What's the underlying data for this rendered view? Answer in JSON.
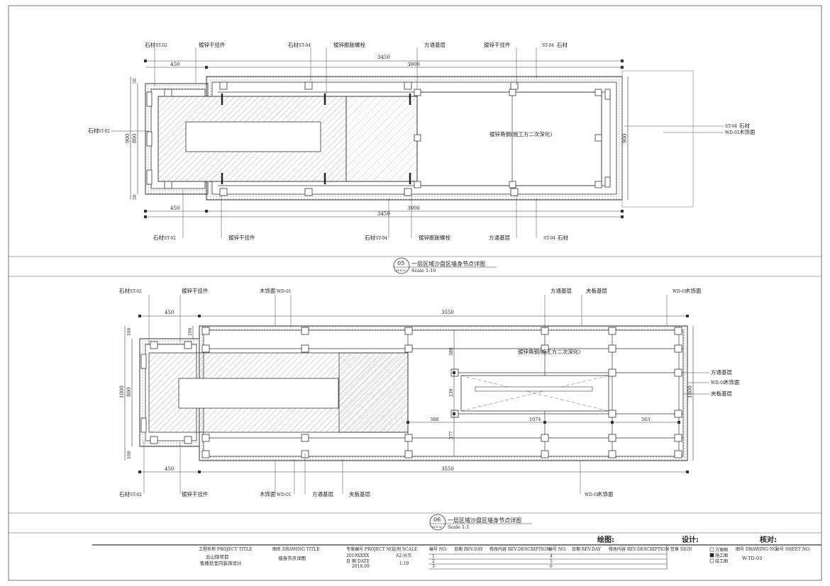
{
  "drawing_05": {
    "number": "05",
    "sheet_ref": "SF-II-05",
    "title": "一层区域沙盘区墙身节点详图",
    "scale": "Scale 1:10",
    "dims": {
      "top_overall": "3450",
      "top_inner": "3000",
      "top_left": "450",
      "bottom_overall": "3450",
      "bottom_inner": "3000",
      "bottom_left": "450",
      "left_total": "900",
      "left_mid": "800",
      "left_top": "50",
      "left_bottom": "50",
      "right_total": "900"
    },
    "labels": {
      "stone_st02_top": "石材",
      "stone_st02_top_tag": "ST-02",
      "hanger_top_left": "镀锌干挂件",
      "stone_st04_top": "石材",
      "stone_st04_top_tag": "ST-04",
      "expansion_bolt_top": "镀锌膨胀螺栓",
      "square_tube_top": "方通基层",
      "hanger_top_right": "镀锌干挂件",
      "stone_right_top_tag": "ST-04",
      "stone_right_top": "石材",
      "stone_left_tag": "ST-02",
      "stone_left": "石材",
      "angle_steel": "镀锌角钢(施工方二次深化)",
      "right_stone_tag": "ST-04",
      "right_stone": "石材",
      "right_wood_tag": "WD-01",
      "right_wood": "木饰面",
      "stone_bottom_left": "石材",
      "stone_bottom_left_tag": "ST-02",
      "hanger_bottom": "镀锌干挂件",
      "stone_bottom_mid": "石材",
      "stone_bottom_mid_tag": "ST-04",
      "expansion_bolt_bottom": "镀锌膨胀螺栓",
      "square_tube_bottom": "方通基层",
      "stone_bottom_right_tag": "ST-04",
      "stone_bottom_right": "石材"
    }
  },
  "drawing_06": {
    "number": "06",
    "sheet_ref": "SF-II-06",
    "title": "一层区域沙盘区墙身节点详图",
    "scale": "Scale 1:1",
    "dims": {
      "top_left": "450",
      "top_right": "3550",
      "bottom_left": "450",
      "bottom_right": "3550",
      "left_total": "1000",
      "left_mid": "800",
      "left_top": "100",
      "left_bottom": "100",
      "inner_top": "100",
      "d380": "380",
      "d239": "239",
      "d377": "377",
      "d388": "388",
      "d1074": "1074",
      "d563": "563",
      "right_total": "1000"
    },
    "labels": {
      "stone_tl": "石材",
      "stone_tl_tag": "ST-02",
      "hanger_tl": "镀锌干挂件",
      "wood_top": "木饰面",
      "wood_top_tag": "WD-01",
      "square_tube_top": "方通基层",
      "plywood_top": "夹板基层",
      "wood_tr_tag": "WD-01",
      "wood_tr": "木饰面",
      "angle_steel": "镀锌角钢(施工方二次深化)",
      "square_tube_right": "方通基层",
      "wood_right_tag": "WD-01",
      "wood_right": "木饰面",
      "plywood_right": "夹板基层",
      "stone_bl": "石材",
      "stone_bl_tag": "ST-02",
      "hanger_bl": "镀锌干挂件",
      "wood_bottom": "木饰面",
      "wood_bottom_tag": "WD-01",
      "square_tube_bottom": "方通基层",
      "plywood_bottom": "夹板基层",
      "wood_br_tag": "WD-01",
      "wood_br": "木饰面"
    }
  },
  "title_block": {
    "drawn": "绘图:",
    "design": "设计:",
    "check": "核对:",
    "project_label": "工程名称 PROJECT TITLE",
    "project_name_1": "云山隐项目",
    "project_name_2": "售楼处室内装饰设计",
    "drawing_title_label": "图名 DRAWING TITLE",
    "drawing_title": "墙身节点详图",
    "project_no_label": "专案编号 PROJECT NO.",
    "project_no": "2019XXXX",
    "scale_label": "比例 SCALE",
    "scale_a2": "A2:分示",
    "scale_value": "1:10",
    "date_label": "日 期 DATE",
    "date": "2018.09",
    "rev_no": "编号 NO.",
    "rev_date": "日期 REV.DAY",
    "rev_desc": "修改内容 REV.DESCRIPTION",
    "rev_no2": "编号 NO.",
    "rev_date2": "日期 REV.DAY",
    "rev_desc2": "修改内容 REV.DESCRIPTION",
    "sign": "签章 SIGN",
    "rev_rows_left": [
      "1",
      "2",
      "3"
    ],
    "rev_rows_right": [
      "4",
      "5",
      "6"
    ],
    "stage_scheme": "方案图",
    "stage_construction": "施工图",
    "stage_asbuilt": "竣工图",
    "drawing_no_label": "图号 DRAWING NO.",
    "sheet_no_label": "张号 SHEET NO.",
    "drawing_no": "W-TD-03"
  }
}
